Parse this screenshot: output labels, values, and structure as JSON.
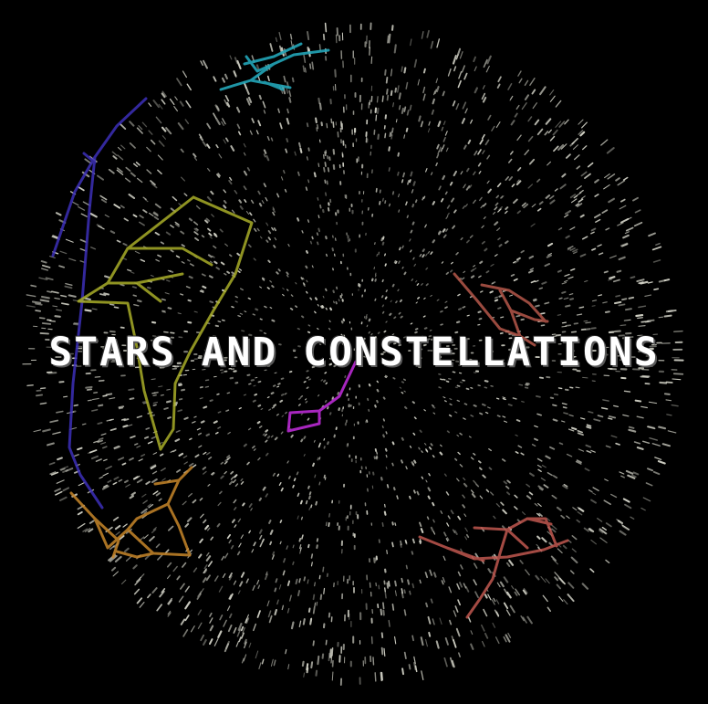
{
  "title": "STARS AND CONSTELLATIONS",
  "colors": {
    "background": "#000000",
    "stars": "#d8d8cc",
    "title": "#ffffff"
  },
  "constellations": [
    {
      "id": "cyan-constellation",
      "color": "#23a6b8"
    },
    {
      "id": "blue-constellation",
      "color": "#3c2fb8"
    },
    {
      "id": "olive-constellation",
      "color": "#a8ad28"
    },
    {
      "id": "salmon-constellation-upper-right",
      "color": "#b5584a"
    },
    {
      "id": "violet-constellation-center",
      "color": "#b028c8"
    },
    {
      "id": "orange-constellation-lower-left",
      "color": "#c7862a"
    },
    {
      "id": "salmon-constellation-lower-right",
      "color": "#c0574f"
    }
  ]
}
